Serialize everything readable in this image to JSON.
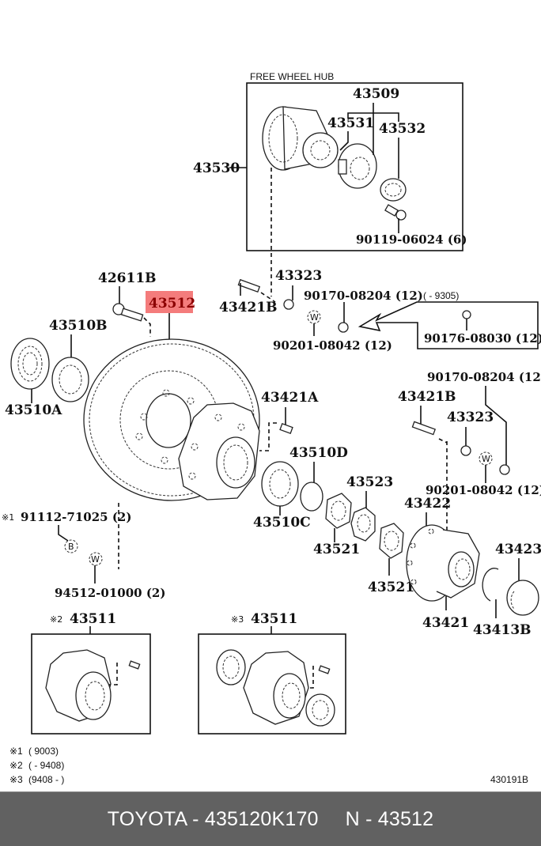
{
  "diagram": {
    "free_wheel_hub_title": "FREE WHEEL HUB",
    "labels": {
      "p43509": "43509",
      "p43531": "43531",
      "p43532": "43532",
      "p43530": "43530",
      "p90119": "90119-06024 (6)",
      "p43323_top": "43323",
      "p43421B_top": "43421B",
      "p90170_top": "90170-08204 (12)",
      "p90170_top_range": "(       - 9305)",
      "p90201_top": "90201-08042 (12)",
      "p90176": "90176-08030 (12)",
      "p42611B": "42611B",
      "p43512": "43512",
      "p43510B": "43510B",
      "p43510A": "43510A",
      "p43421A": "43421A",
      "p90170_right": "90170-08204 (12)",
      "p43421B_right": "43421B",
      "p43323_right": "43323",
      "p90201_right": "90201-08042 (12)",
      "p43510D": "43510D",
      "p43523": "43523",
      "p43510C": "43510C",
      "p43422": "43422",
      "p43521_a": "43521",
      "p43521_b": "43521",
      "p43423": "43423",
      "p43421": "43421",
      "p43413B": "43413B",
      "p91112": "91112-71025 (2)",
      "p91112_mark": "※1",
      "p94512": "94512-01000 (2)",
      "p43511_a": "43511",
      "p43511_a_mark": "※2",
      "p43511_b": "43511",
      "p43511_b_mark": "※3",
      "marker_w": "W",
      "marker_b": "B"
    },
    "highlighted_part": "43512",
    "highlight_color": "#f47c7c",
    "notes": [
      {
        "mark": "※1",
        "range": "(          9003)"
      },
      {
        "mark": "※2",
        "range": "(       - 9408)"
      },
      {
        "mark": "※3",
        "range": "(9408 -        )"
      }
    ],
    "diagram_code": "430191B"
  },
  "footer": {
    "brand_part": "TOYOTA - 435120K170",
    "ref": "N - 43512",
    "background": "#616161"
  }
}
